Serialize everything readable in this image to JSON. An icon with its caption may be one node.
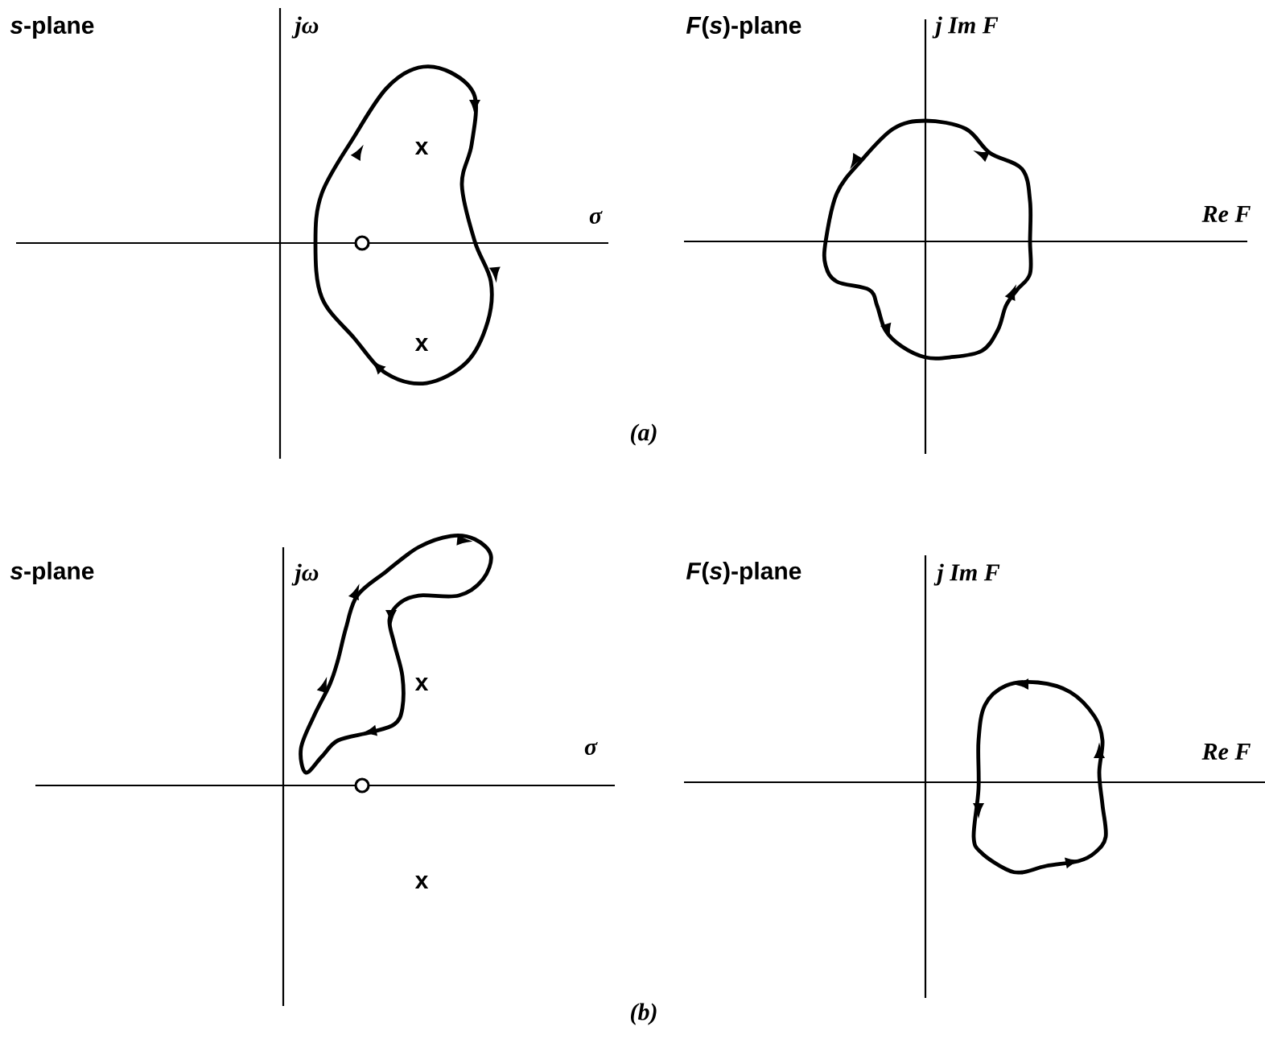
{
  "diagram": {
    "labels": [
      "*s*-plane",
      "jω",
      "*F*(*s*)-plane",
      "j Im F",
      "x",
      "σ",
      "Re F",
      "x",
      "(a)",
      "*s*-plane",
      "jω",
      "*F*(*s*)-plane",
      "j Im F",
      "x",
      "σ",
      "Re F",
      "x",
      "(b)"
    ]
  }
}
